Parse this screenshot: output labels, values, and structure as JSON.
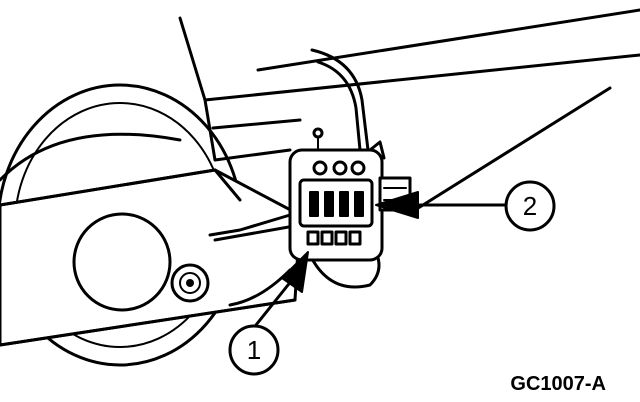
{
  "callouts": [
    {
      "label": "1"
    },
    {
      "label": "2"
    }
  ],
  "figure_id": "GC1007-A"
}
